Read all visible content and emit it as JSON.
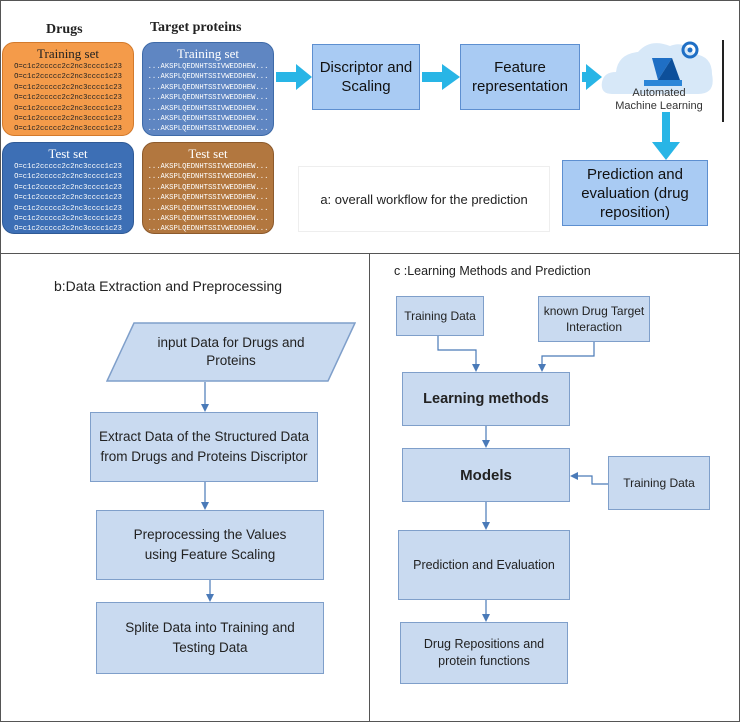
{
  "panel_a": {
    "drugs_header": "Drugs",
    "targets_header": "Target proteins",
    "drug_train_title": "Training set",
    "drug_test_title": "Test set",
    "prot_train_title": "Training set",
    "prot_test_title": "Test set",
    "smiles_lines": [
      "O=c1c2ccccc2c2nc3cccc1c23",
      "O=c1c2ccccc2c2nc3cccc1c23",
      "O=c1c2ccccc2c2nc3cccc1c23",
      "O=c1c2ccccc2c2nc3cccc1c23",
      "O=c1c2ccccc2c2nc3cccc1c23",
      "O=c1c2ccccc2c2nc3cccc1c23",
      "O=c1c2ccccc2c2nc3cccc1c23"
    ],
    "protein_lines": [
      "...AKSPLQEDNHTSSIVWEDDHEW...",
      "...AKSPLQEDNHTSSIVWEDDHEW...",
      "...AKSPLQEDNHTSSIVWEDDHEW...",
      "...AKSPLQEDNHTSSIVWEDDHEW...",
      "...AKSPLQEDNHTSSIVWEDDHEW...",
      "...AKSPLQEDNHTSSIVWEDDHEW...",
      "...AKSPLQEDNHTSSIVWEDDHEW..."
    ],
    "step_scaling": "Discriptor and Scaling",
    "step_feature": "Feature representation",
    "automl_line1": "Automated",
    "automl_line2": "Machine Learning",
    "prediction": "Prediction and evaluation (drug reposition)",
    "caption": "a: overall workflow for the prediction",
    "colors": {
      "orange": "#f49b4a",
      "blue": "#3d6fb5",
      "brown": "#b2773f",
      "flow": "#a9cbf3",
      "arrow": "#28b5e6"
    }
  },
  "panel_b": {
    "title": "b:Data Extraction and Preprocessing",
    "input": "input Data for Drugs and Proteins",
    "extract": "Extract Data of the Structured Data from Drugs and Proteins Discriptor",
    "preprocess": "Preprocessing the Values using Feature Scaling",
    "split": "Splite Data into Training and Testing Data"
  },
  "panel_c": {
    "title": "c :Learning Methods and Prediction",
    "training_data": "Training Data",
    "known_interaction": "known Drug Target Interaction",
    "learning_methods": "Learning methods",
    "models": "Models",
    "training_data_2": "Training Data",
    "prediction_eval": "Prediction and Evaluation",
    "drug_repositions": "Drug Repositions and protein functions"
  }
}
